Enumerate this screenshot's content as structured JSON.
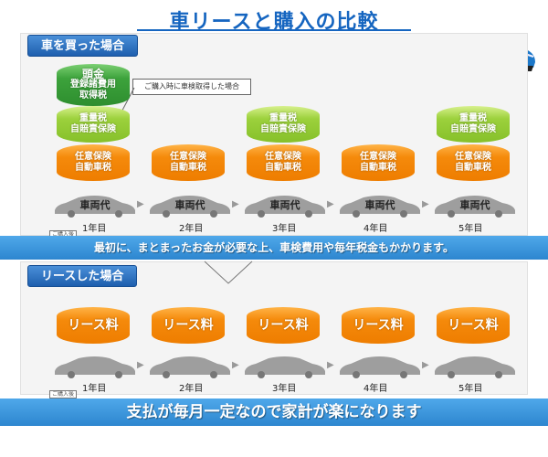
{
  "title": "車リースと購入の比較",
  "purchase": {
    "label": "車を買った場合",
    "callout": "ご購入時に車検取得した場合",
    "down_payment": {
      "head": "頭金",
      "line1": "登録諸費用",
      "line2": "取得税"
    },
    "weight_tax": {
      "line1": "重量税",
      "line2": "自賠責保険"
    },
    "insurance": {
      "line1": "任意保険",
      "line2": "自動車税"
    },
    "car_label": "車両代",
    "badge": "ご購入後",
    "years": [
      "1年目",
      "2年目",
      "3年目",
      "4年目",
      "5年目"
    ]
  },
  "banner1": "最初に、まとまったお金が必要な上、車検費用や毎年税金もかかります。",
  "lease": {
    "label": "リースした場合",
    "fee": "リース料",
    "badge": "ご購入後",
    "years": [
      "1年目",
      "2年目",
      "3年目",
      "4年目",
      "5年目"
    ]
  },
  "banner2": "支払が毎月一定なので家計が楽になります",
  "colors": {
    "accent": "#1565c0",
    "orange": "#f58a0b",
    "light_green": "#9cd13c",
    "dark_green": "#3ca23b",
    "banner": "#3b94dc"
  }
}
